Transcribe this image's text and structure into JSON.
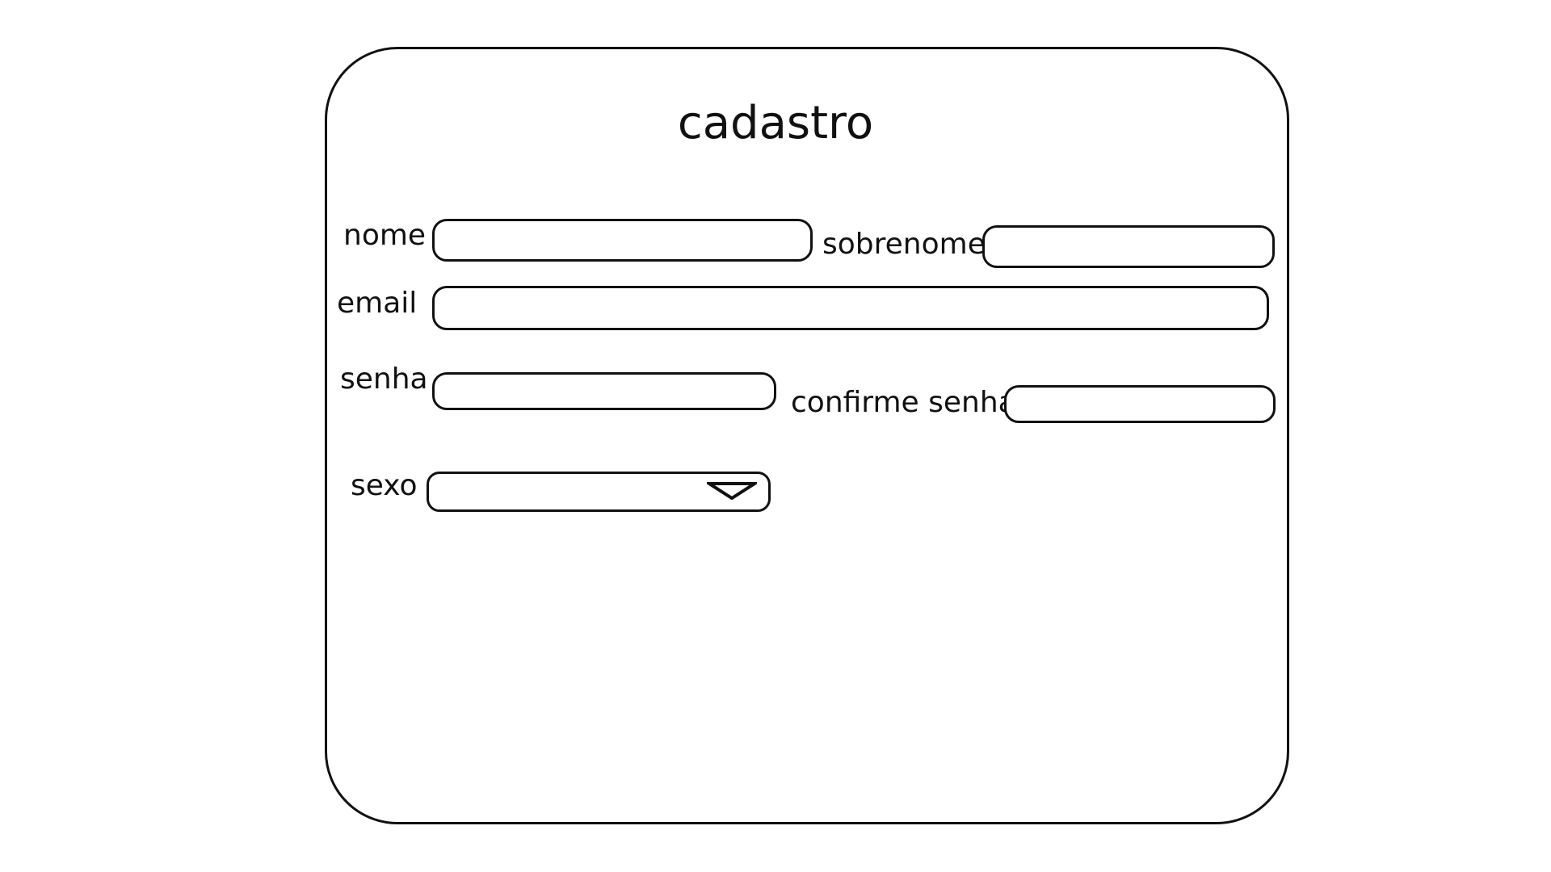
{
  "form": {
    "title": "cadastro",
    "fields": {
      "nome": {
        "label": "nome",
        "value": "",
        "placeholder": ""
      },
      "sobrenome": {
        "label": "sobrenome",
        "value": "",
        "placeholder": ""
      },
      "email": {
        "label": "email",
        "value": "",
        "placeholder": ""
      },
      "senha": {
        "label": "senha",
        "value": "",
        "placeholder": ""
      },
      "confirme_senha": {
        "label": "confirme senha",
        "value": "",
        "placeholder": ""
      },
      "sexo": {
        "label": "sexo",
        "selected": "",
        "icon": "chevron-down-triangle-icon"
      }
    }
  },
  "colors": {
    "stroke": "#111111",
    "background": "#ffffff"
  }
}
